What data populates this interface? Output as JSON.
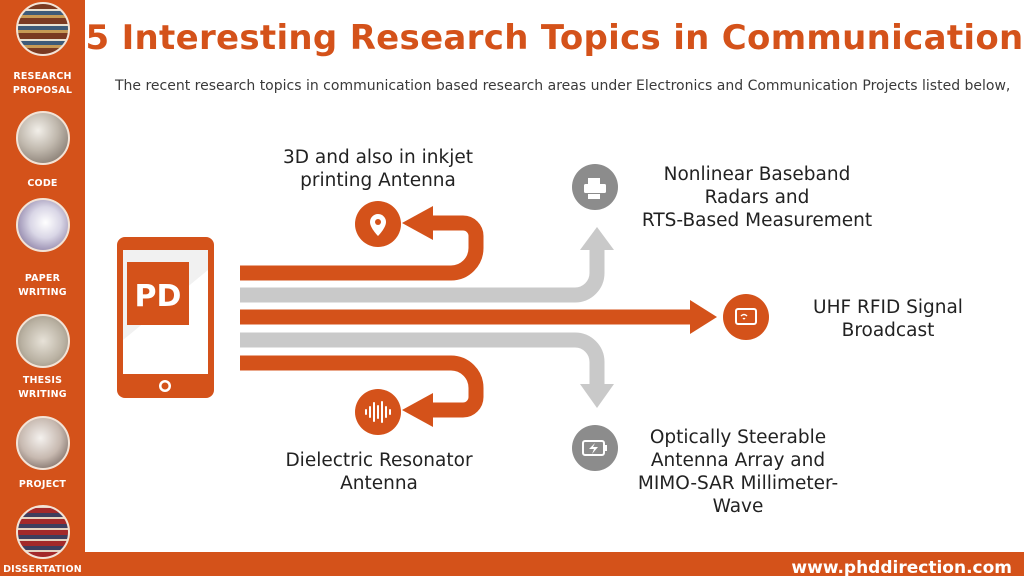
{
  "title": "5 Interesting Research Topics in Communication",
  "subtitle": "The recent research topics in communication based research areas under Electronics and Communication Projects listed below,",
  "sidebar": {
    "items": [
      {
        "label_line1": "RESEARCH",
        "label_line2": "PROPOSAL"
      },
      {
        "label_line1": "CODE",
        "label_line2": ""
      },
      {
        "label_line1": "PAPER",
        "label_line2": "WRITING"
      },
      {
        "label_line1": "THESIS",
        "label_line2": "WRITING"
      },
      {
        "label_line1": "PROJECT",
        "label_line2": ""
      },
      {
        "label_line1": "DISSERTATION",
        "label_line2": ""
      }
    ]
  },
  "logo": {
    "text": "PD"
  },
  "topics": [
    {
      "line1": "3D and also in inkjet",
      "line2": "printing Antenna",
      "line3": "",
      "line4": "",
      "icon": "location-pin-icon"
    },
    {
      "line1": "Nonlinear Baseband",
      "line2": "Radars and",
      "line3": "RTS-Based Measurement",
      "line4": "",
      "icon": "printer-icon"
    },
    {
      "line1": "UHF RFID Signal",
      "line2": "Broadcast",
      "line3": "",
      "line4": "",
      "icon": "rfid-card-icon"
    },
    {
      "line1": "Optically Steerable",
      "line2": "Antenna Array and",
      "line3": "MIMO-SAR Millimeter-",
      "line4": "Wave",
      "icon": "battery-charging-icon"
    },
    {
      "line1": "Dielectric Resonator",
      "line2": "Antenna",
      "line3": "",
      "line4": "",
      "icon": "sound-wave-icon"
    }
  ],
  "footer": {
    "url": "www.phddirection.com"
  },
  "colors": {
    "accent": "#d4521a",
    "gray": "#c9c9c9",
    "icon_gray": "#8c8c8c"
  }
}
